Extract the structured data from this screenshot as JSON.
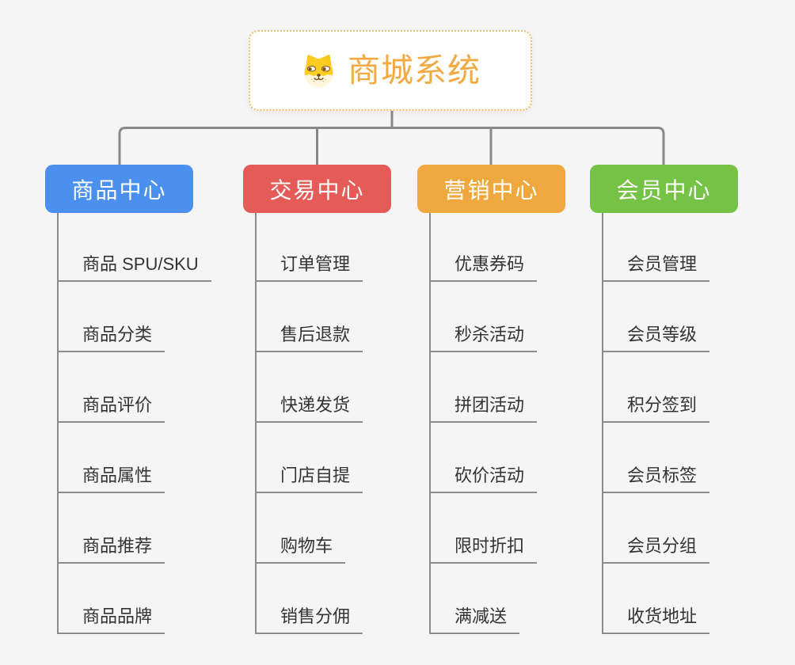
{
  "root": {
    "title": "商城系统",
    "icon": "dog-face-icon",
    "title_color": "#f1a940",
    "border_color": "#f3bb63"
  },
  "branches": [
    {
      "label": "商品中心",
      "color": "#4b90ee",
      "items": [
        "商品 SPU/SKU",
        "商品分类",
        "商品评价",
        "商品属性",
        "商品推荐",
        "商品品牌"
      ]
    },
    {
      "label": "交易中心",
      "color": "#e55b57",
      "items": [
        "订单管理",
        "售后退款",
        "快递发货",
        "门店自提",
        "购物车",
        "销售分佣"
      ]
    },
    {
      "label": "营销中心",
      "color": "#eea83e",
      "items": [
        "优惠券码",
        "秒杀活动",
        "拼团活动",
        "砍价活动",
        "限时折扣",
        "满减送"
      ]
    },
    {
      "label": "会员中心",
      "color": "#75c244",
      "items": [
        "会员管理",
        "会员等级",
        "积分签到",
        "会员标签",
        "会员分组",
        "收货地址"
      ]
    }
  ],
  "colors": {
    "connector": "#898989",
    "leaf_line": "#8c8c8c",
    "leaf_text": "#333333",
    "background": "#f5f5f6"
  }
}
